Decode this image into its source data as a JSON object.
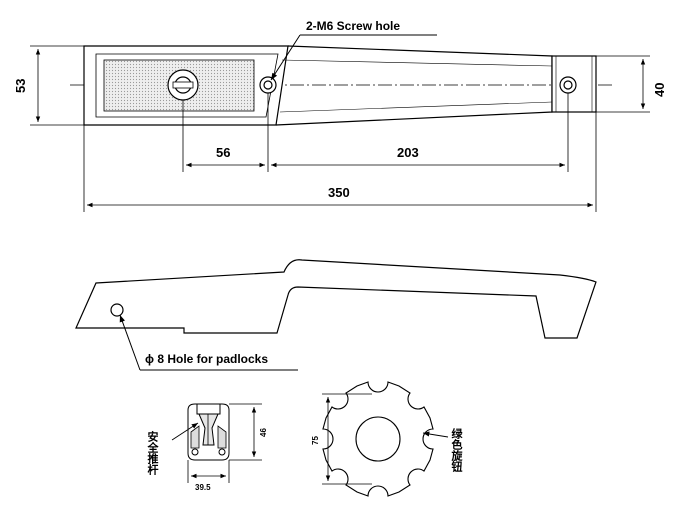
{
  "callouts": {
    "screw_hole": "2-M6 Screw hole",
    "padlock_hole": "ϕ 8 Hole for padlocks",
    "safety_push_rod": "安全推杆",
    "green_knob": "绿色旋钮"
  },
  "dimensions": {
    "overall_height_left": "53",
    "end_height_right": "40",
    "lock_to_hole": "56",
    "hole_to_hole": "203",
    "overall_length": "350",
    "rod_height": "46",
    "rod_width": "39.5",
    "knob_diameter": "75"
  },
  "colors": {
    "line": "#000000",
    "label_fill": "#d9d9d9",
    "background": "#ffffff"
  }
}
